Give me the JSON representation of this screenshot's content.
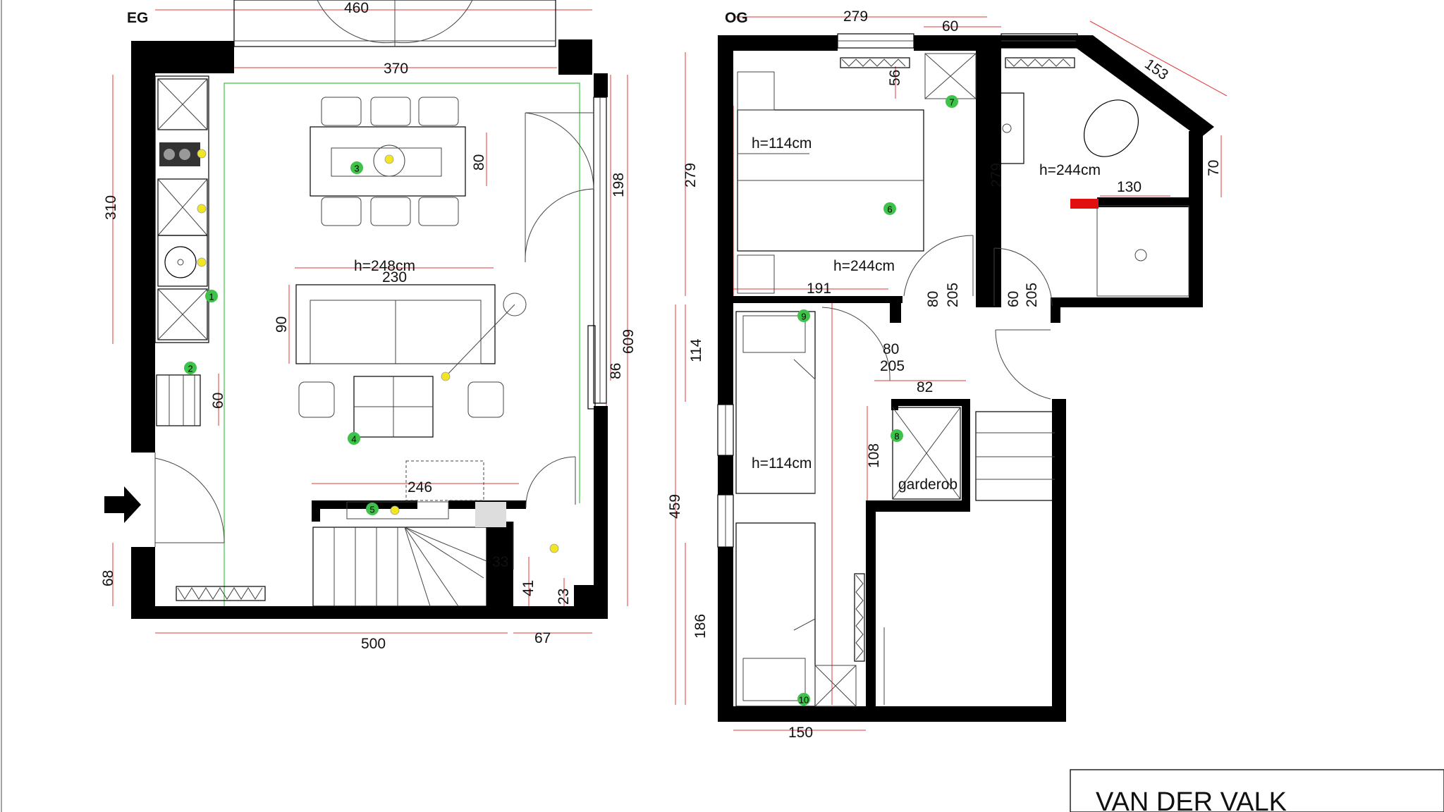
{
  "floors": {
    "ground": {
      "label": "EG"
    },
    "upper": {
      "label": "OG"
    }
  },
  "dimensions": {
    "eg_460": "460",
    "eg_370": "370",
    "eg_310": "310",
    "eg_80": "80",
    "eg_198": "198",
    "eg_h248": "h=248cm",
    "eg_230": "230",
    "eg_90": "90",
    "eg_609": "609",
    "eg_86": "86",
    "eg_60": "60",
    "eg_246": "246",
    "eg_33": "33",
    "eg_41": "41",
    "eg_23": "23",
    "eg_68": "68",
    "eg_500": "500",
    "eg_67": "67",
    "og_279_top": "279",
    "og_60_top": "60",
    "og_153": "153",
    "og_56": "56",
    "og_279_left": "279",
    "og_h114_a": "h=114cm",
    "og_h244_a": "h=244cm",
    "og_279_bath": "279",
    "og_h244_b": "h=244cm",
    "og_70": "70",
    "og_130": "130",
    "og_191": "191",
    "og_80_a": "80",
    "og_205_a": "205",
    "og_60_b": "60",
    "og_205_b": "205",
    "og_114": "114",
    "og_80_b": "80",
    "og_205_c": "205",
    "og_82": "82",
    "og_108": "108",
    "og_h114_b": "h=114cm",
    "og_459": "459",
    "og_186": "186",
    "og_150": "150"
  },
  "rooms": {
    "garderobe": "garderob"
  },
  "markers": [
    "1",
    "2",
    "3",
    "4",
    "5",
    "6",
    "7",
    "8",
    "9",
    "10"
  ],
  "title_block": {
    "name": "VAN DER VALK"
  },
  "colors": {
    "wall": "#000000",
    "dimension": "#e23a3a",
    "marker": "#3fc24a",
    "light": "#f2e624",
    "radiator_valve": "#e01010"
  }
}
